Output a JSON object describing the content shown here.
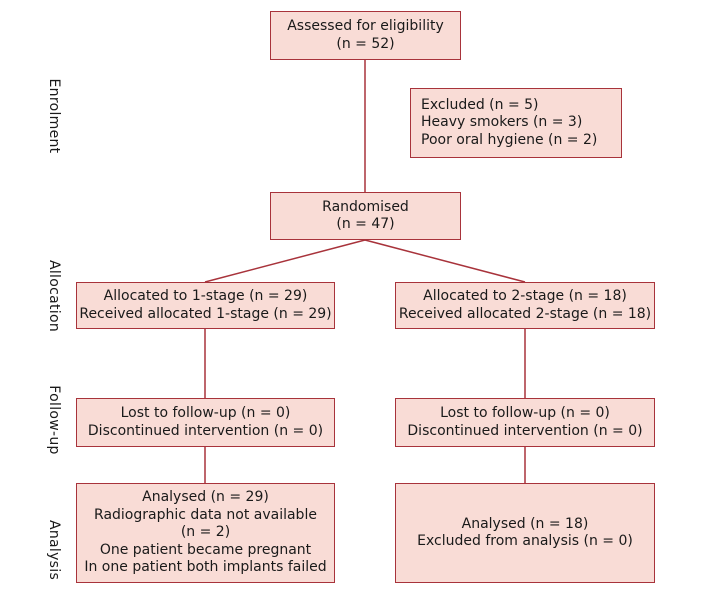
{
  "stages": {
    "enrolment": "Enrolment",
    "allocation": "Allocation",
    "follow_up": "Follow-up",
    "analysis": "Analysis"
  },
  "boxes": {
    "assessed": {
      "lines": [
        "Assessed for eligibility",
        "(n = 52)"
      ]
    },
    "excluded": {
      "lines": [
        "Excluded (n = 5)",
        "Heavy smokers (n = 3)",
        "Poor oral hygiene (n = 2)"
      ]
    },
    "randomised": {
      "lines": [
        "Randomised",
        "(n = 47)"
      ]
    },
    "alloc_1stage": {
      "lines": [
        "Allocated to 1-stage (n = 29)",
        "Received allocated 1-stage (n = 29)"
      ]
    },
    "alloc_2stage": {
      "lines": [
        "Allocated to 2-stage (n = 18)",
        "Received allocated 2-stage (n = 18)"
      ]
    },
    "followup_1stage": {
      "lines": [
        "Lost to follow-up (n = 0)",
        "Discontinued intervention (n = 0)"
      ]
    },
    "followup_2stage": {
      "lines": [
        "Lost to follow-up (n = 0)",
        "Discontinued intervention (n = 0)"
      ]
    },
    "analysis_1stage": {
      "lines": [
        "Analysed (n = 29)",
        "Radiographic data not available",
        "(n = 2)",
        "One patient became pregnant",
        "In one patient both implants failed"
      ]
    },
    "analysis_2stage": {
      "lines": [
        "Analysed (n = 18)",
        "Excluded from analysis (n = 0)"
      ]
    }
  },
  "colors": {
    "box_fill": "#f9dcd6",
    "box_border": "#a8333b",
    "connector": "#a8333b"
  }
}
